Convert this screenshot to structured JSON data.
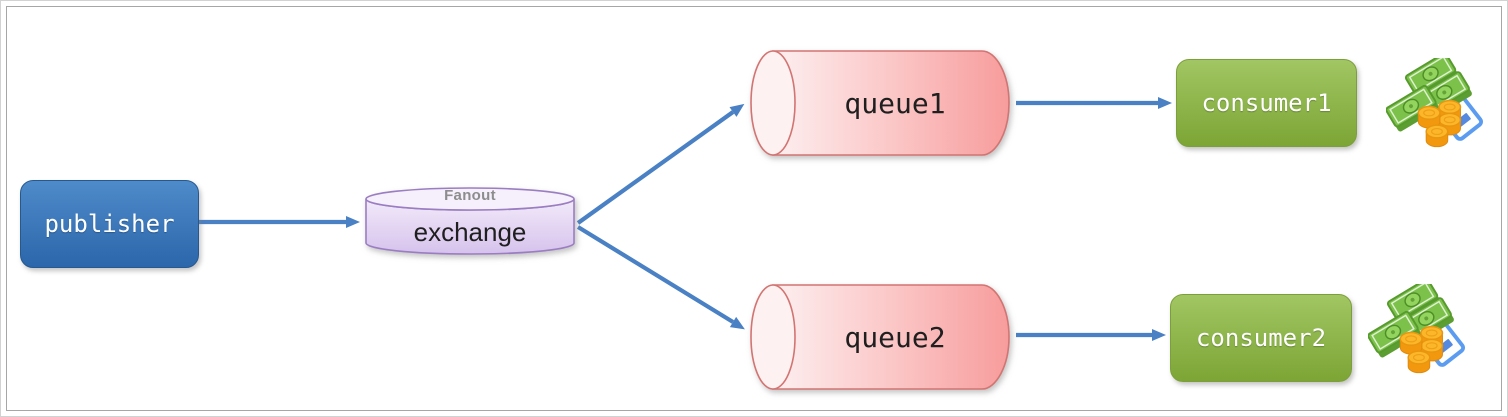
{
  "nodes": {
    "publisher": {
      "label": "publisher",
      "shape": "rounded-rectangle",
      "fill": "#3d79bb",
      "text_color": "#ffffff"
    },
    "exchange": {
      "label": "exchange",
      "type_label": "Fanout",
      "shape": "cylinder-vertical",
      "fill": "#e2d1f2",
      "text_color": "#1f1f1f",
      "type_label_color": "#8d8d8d"
    },
    "queue1": {
      "label": "queue1",
      "shape": "cylinder-horizontal",
      "fill": "#f9a5a5",
      "text_color": "#1f1f1f"
    },
    "queue2": {
      "label": "queue2",
      "shape": "cylinder-horizontal",
      "fill": "#f9a5a5",
      "text_color": "#1f1f1f"
    },
    "consumer1": {
      "label": "consumer1",
      "shape": "rounded-rectangle",
      "fill": "#8db44a",
      "text_color": "#ffffff"
    },
    "consumer2": {
      "label": "consumer2",
      "shape": "rounded-rectangle",
      "fill": "#8db44a",
      "text_color": "#ffffff"
    }
  },
  "edges": [
    {
      "from": "publisher",
      "to": "exchange"
    },
    {
      "from": "exchange",
      "to": "queue1"
    },
    {
      "from": "exchange",
      "to": "queue2"
    },
    {
      "from": "queue1",
      "to": "consumer1"
    },
    {
      "from": "queue2",
      "to": "consumer2"
    }
  ],
  "icons": {
    "consumer1_icon": "money-icon",
    "consumer2_icon": "money-icon"
  },
  "colors": {
    "arrow": "#4a80c4",
    "canvas": "#ffffff",
    "frame_border": "#a6a6a6",
    "publisher_border": "#27598f",
    "exchange_border": "#9b7ec2",
    "queue_border": "#d27472",
    "consumer_border": "#7d9f3b"
  }
}
